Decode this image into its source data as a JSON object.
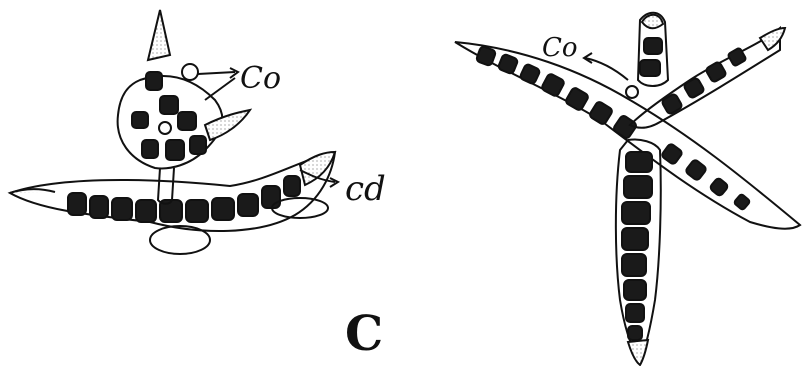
{
  "labels": {
    "co_left": "Co",
    "cd": "cd",
    "co_right": "Co",
    "panel": "C"
  },
  "colors": {
    "ink": "#111111",
    "cell_fill": "#1a1a1a",
    "paper": "#ffffff"
  }
}
